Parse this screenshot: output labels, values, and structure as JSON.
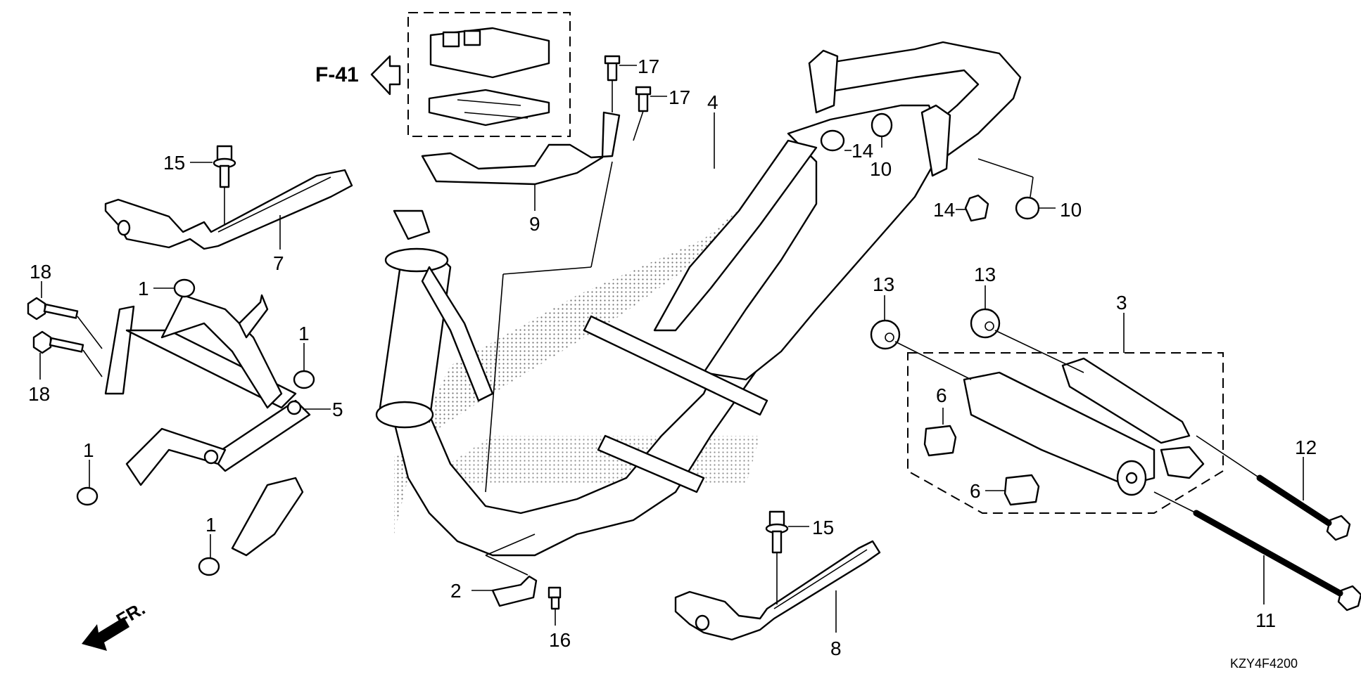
{
  "diagram": {
    "title": "Frame body parts diagram",
    "reference": {
      "label": "F-41",
      "arrow": "left-outline-arrow"
    },
    "front_indicator": {
      "label": "FR.",
      "arrow": "front-arrow-icon"
    },
    "diagram_code": "KZY4F4200",
    "callouts": [
      {
        "id": "c1a",
        "label": "1"
      },
      {
        "id": "c1b",
        "label": "1"
      },
      {
        "id": "c1c",
        "label": "1"
      },
      {
        "id": "c1d",
        "label": "1"
      },
      {
        "id": "c2",
        "label": "2"
      },
      {
        "id": "c3",
        "label": "3"
      },
      {
        "id": "c4",
        "label": "4"
      },
      {
        "id": "c5",
        "label": "5"
      },
      {
        "id": "c6a",
        "label": "6"
      },
      {
        "id": "c6b",
        "label": "6"
      },
      {
        "id": "c7",
        "label": "7"
      },
      {
        "id": "c8",
        "label": "8"
      },
      {
        "id": "c9",
        "label": "9"
      },
      {
        "id": "c10a",
        "label": "10"
      },
      {
        "id": "c10b",
        "label": "10"
      },
      {
        "id": "c11",
        "label": "11"
      },
      {
        "id": "c12",
        "label": "12"
      },
      {
        "id": "c13a",
        "label": "13"
      },
      {
        "id": "c13b",
        "label": "13"
      },
      {
        "id": "c14a",
        "label": "14"
      },
      {
        "id": "c14b",
        "label": "14"
      },
      {
        "id": "c15a",
        "label": "15"
      },
      {
        "id": "c15b",
        "label": "15"
      },
      {
        "id": "c16",
        "label": "16"
      },
      {
        "id": "c17a",
        "label": "17"
      },
      {
        "id": "c17b",
        "label": "17"
      },
      {
        "id": "c18a",
        "label": "18"
      },
      {
        "id": "c18b",
        "label": "18"
      }
    ]
  }
}
